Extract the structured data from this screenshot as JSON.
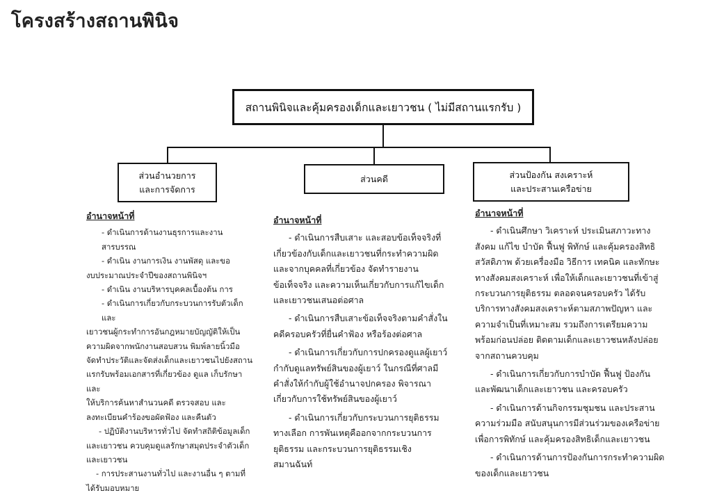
{
  "page": {
    "title": "โครงสร้างสถานพินิจ"
  },
  "chart": {
    "top": {
      "label": "สถานพินิจและคุ้มครองเด็กและเยาวชน ( ไม่มีสถานแรกรับ )"
    },
    "children": [
      {
        "id": "admin",
        "label_lines": [
          "ส่วนอำนวยการ",
          "และการจัดการ"
        ]
      },
      {
        "id": "case",
        "label_lines": [
          "ส่วนคดี"
        ]
      },
      {
        "id": "prev",
        "label_lines": [
          "ส่วนป้องกัน สงเคราะห์",
          "และประสานเครือข่าย"
        ]
      }
    ]
  },
  "columns": {
    "admin": {
      "heading": "อำนาจหน้าที่",
      "lines": [
        "- ดำเนินการด้านงานธุรการและงานสารบรรณ",
        "- ดำเนิน งานการเงิน  งานพัสดุ และขอ",
        "งบประมาณประจำปีของสถานพินิจฯ",
        "- ดำเนิน งานบริหารบุคคลเบื้องต้น การ",
        "- ดำเนินการเกี่ยวกับกระบวนการรับตัวเด็กและ",
        "เยาวชนผู้กระทำการอันกฎหมายบัญญัติให้เป็น",
        "ความผิดจากพนักงานสอบสวน พิมพ์ลายนิ้วมือ",
        "จัดทำประวัติและจัดส่งเด็กและเยาวชนไปยังสถาน",
        "แรกรับพร้อมเอกสารที่เกี่ยวข้อง ดูแล เก็บรักษา และ",
        "ให้บริการค้นหาสำนวนคดี ตรวจสอบ และ",
        "ลงทะเบียนคำร้องขอผัดฟ้อง และคืนตัว",
        "- ปฏิบัติงานบริหารทั่วไป จัดทำสถิติข้อมูลเด็ก",
        "และเยาวชน ควบคุมดูแลรักษาสมุดประจำตัวเด็ก",
        "และเยาวชน",
        "-  การประสานงานทั่วไป และงานอื่น ๆ ตามที่",
        "ได้รับมอบหมาย"
      ]
    },
    "case": {
      "heading": "อำนาจหน้าที่",
      "lines": [
        "- ดำเนินการสืบเสาะ และสอบข้อเท็จจริงที่",
        "เกี่ยวข้องกับเด็กและเยาวชนที่กระทำความผิด",
        "และจากบุคคลที่เกี่ยวข้อง จัดทำรายงาน",
        "ข้อเท็จจริง และความเห็นเกี่ยวกับการแก้ไขเด็ก",
        "และเยาวชนเสนอต่อศาล",
        "- ดำเนินการสืบเสาะข้อเท็จจริงตามคำสั่งใน",
        "คดีครอบครัวที่ยื่นคำฟ้อง หรือร้องต่อศาล",
        "- ดำเนินการเกี่ยวกับการปกครองดูแลผู้เยาว์",
        "กำกับดูแลทรัพย์สินของผู้เยาว์ ในกรณีที่ศาลมี",
        "คำสั่งให้กำกับผู้ใช้อำนาจปกครอง พิจารณา",
        "เกี่ยวกับการใช้ทรัพย์สินของผู้เยาว์",
        "- ดำเนินการเกี่ยวกับกระบวนการยุติธรรม",
        "ทางเลือก การพันเหตุคืออกจากกระบวนการ",
        "ยุติธรรม และกระบวนการยุติธรรมเชิง",
        "สมานฉันท์"
      ]
    },
    "prev": {
      "heading": "อำนาจหน้าที่",
      "lines": [
        "- ดำเนินศึกษา วิเคราะห์ ประเมินสภาวะทาง",
        "สังคม แก้ไข บำบัด ฟื้นฟู พิทักษ์ และคุ้มครองสิทธิ",
        "สวัสดิภาพ ด้วยเครื่องมือ วิธีการ เทคนิค และทักษะ",
        "ทางสังคมสงเคราะห์ เพื่อให้เด็กและเยาวชนที่เข้าสู่",
        "กระบวนการยุติธรรม ตลอดจนครอบครัว ได้รับ",
        "บริการทางสังคมสงเคราะห์ตามสภาพปัญหา และ",
        "ความจำเป็นที่เหมาะสม รวมถึงการเตรียมความ",
        "พร้อมก่อนปล่อย ติดตามเด็กและเยาวชนหลังปล่อย",
        "จากสถานควบคุม",
        "- ดำเนินการเกี่ยวกับการบำบัด ฟื้นฟู ป้องกัน",
        "และพัฒนาเด็กและเยาวชน และครอบครัว",
        "- ดำเนินการด้านกิจกรรมชุมชน และประสาน",
        "ความร่วมมือ สนับสนุนการมีส่วนร่วมของเครือข่าย",
        "เพื่อการพิทักษ์ และคุ้มครองสิทธิเด็กและเยาวชน",
        "- ดำเนินการด้านการป้องกันการกระทำความผิด",
        "ของเด็กและเยาวชน"
      ]
    }
  }
}
